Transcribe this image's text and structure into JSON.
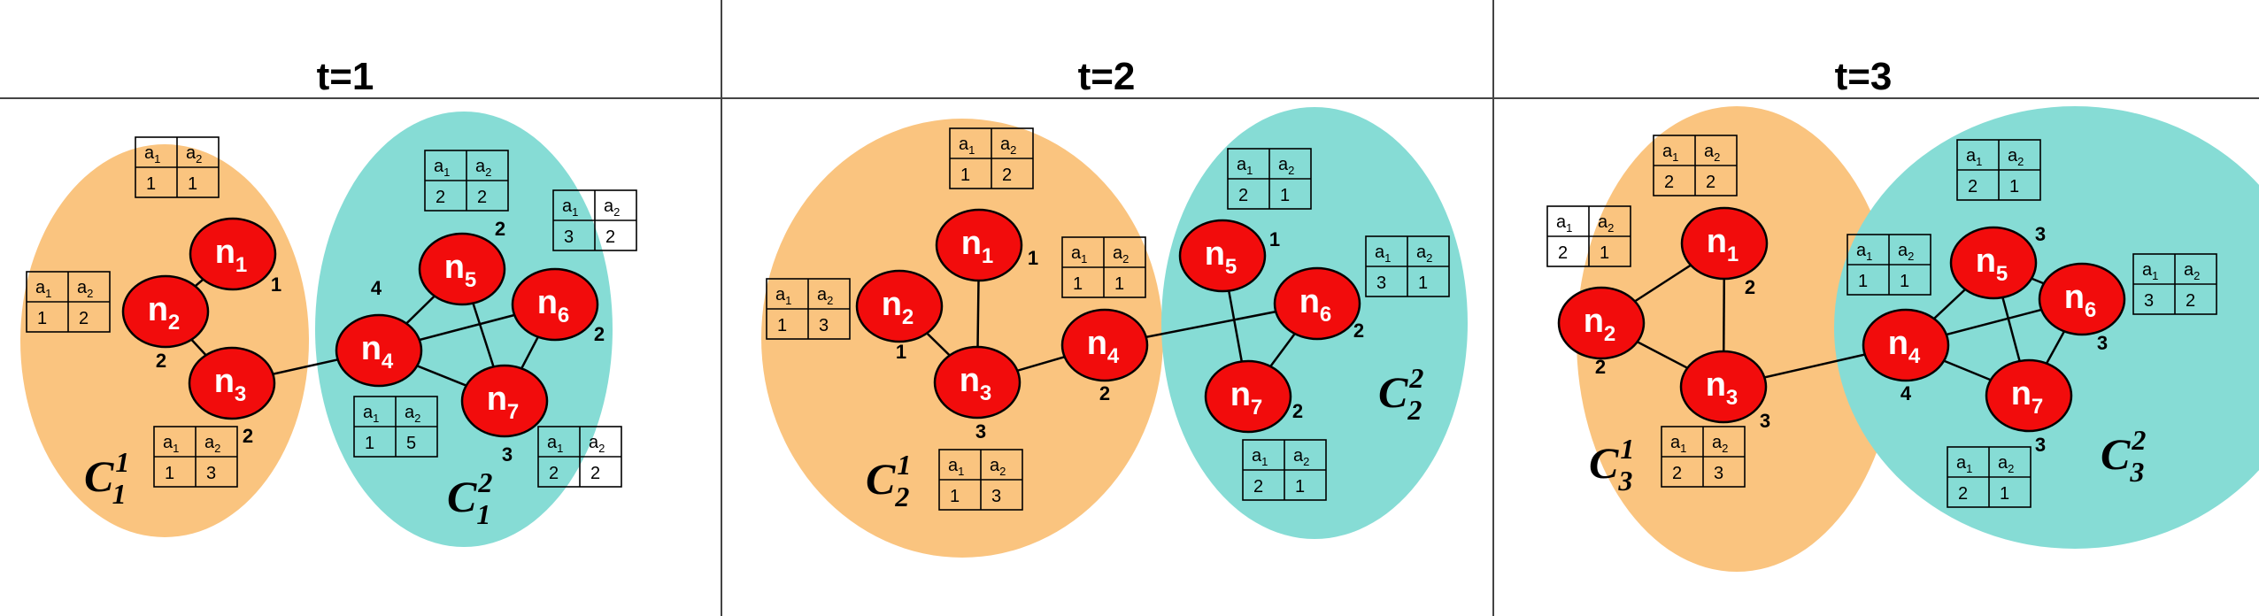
{
  "colors": {
    "cluster_1": "#FAC47F",
    "cluster_2": "#86DCD5",
    "node": "#F20C0C",
    "node_stroke": "#000000",
    "divider": "#444444"
  },
  "attr_headers": {
    "a1": {
      "base": "a",
      "sub": "1"
    },
    "a2": {
      "base": "a",
      "sub": "2"
    }
  },
  "panels": [
    {
      "title": "t=1",
      "clusters": [
        {
          "base": "C",
          "sup": "1",
          "sub": "1"
        },
        {
          "base": "C",
          "sup": "2",
          "sub": "1"
        }
      ],
      "nodes": [
        {
          "id": "n1",
          "base": "n",
          "sub": "1",
          "degree": "1",
          "a1": "1",
          "a2": "1"
        },
        {
          "id": "n2",
          "base": "n",
          "sub": "2",
          "degree": "2",
          "a1": "1",
          "a2": "2"
        },
        {
          "id": "n3",
          "base": "n",
          "sub": "3",
          "degree": "2",
          "a1": "1",
          "a2": "3"
        },
        {
          "id": "n4",
          "base": "n",
          "sub": "4",
          "degree": "4",
          "a1": "1",
          "a2": "5"
        },
        {
          "id": "n5",
          "base": "n",
          "sub": "5",
          "degree": "2",
          "a1": "2",
          "a2": "2"
        },
        {
          "id": "n6",
          "base": "n",
          "sub": "6",
          "degree": "2",
          "a1": "3",
          "a2": "2"
        },
        {
          "id": "n7",
          "base": "n",
          "sub": "7",
          "degree": "3",
          "a1": "2",
          "a2": "2"
        }
      ],
      "edges": [
        [
          "n1",
          "n2"
        ],
        [
          "n2",
          "n3"
        ],
        [
          "n3",
          "n4"
        ],
        [
          "n4",
          "n5"
        ],
        [
          "n4",
          "n6"
        ],
        [
          "n4",
          "n7"
        ],
        [
          "n5",
          "n7"
        ],
        [
          "n6",
          "n7"
        ]
      ]
    },
    {
      "title": "t=2",
      "clusters": [
        {
          "base": "C",
          "sup": "1",
          "sub": "2"
        },
        {
          "base": "C",
          "sup": "2",
          "sub": "2"
        }
      ],
      "nodes": [
        {
          "id": "n1",
          "base": "n",
          "sub": "1",
          "degree": "1",
          "a1": "1",
          "a2": "2"
        },
        {
          "id": "n2",
          "base": "n",
          "sub": "2",
          "degree": "1",
          "a1": "1",
          "a2": "3"
        },
        {
          "id": "n3",
          "base": "n",
          "sub": "3",
          "degree": "3",
          "a1": "1",
          "a2": "3"
        },
        {
          "id": "n4",
          "base": "n",
          "sub": "4",
          "degree": "2",
          "a1": "1",
          "a2": "1"
        },
        {
          "id": "n5",
          "base": "n",
          "sub": "5",
          "degree": "1",
          "a1": "2",
          "a2": "1"
        },
        {
          "id": "n6",
          "base": "n",
          "sub": "6",
          "degree": "2",
          "a1": "3",
          "a2": "1"
        },
        {
          "id": "n7",
          "base": "n",
          "sub": "7",
          "degree": "2",
          "a1": "2",
          "a2": "1"
        }
      ],
      "edges": [
        [
          "n1",
          "n3"
        ],
        [
          "n2",
          "n3"
        ],
        [
          "n3",
          "n4"
        ],
        [
          "n4",
          "n6"
        ],
        [
          "n5",
          "n7"
        ],
        [
          "n6",
          "n7"
        ]
      ]
    },
    {
      "title": "t=3",
      "clusters": [
        {
          "base": "C",
          "sup": "1",
          "sub": "3"
        },
        {
          "base": "C",
          "sup": "2",
          "sub": "3"
        }
      ],
      "nodes": [
        {
          "id": "n1",
          "base": "n",
          "sub": "1",
          "degree": "2",
          "a1": "2",
          "a2": "2"
        },
        {
          "id": "n2",
          "base": "n",
          "sub": "2",
          "degree": "2",
          "a1": "2",
          "a2": "1"
        },
        {
          "id": "n3",
          "base": "n",
          "sub": "3",
          "degree": "3",
          "a1": "2",
          "a2": "3"
        },
        {
          "id": "n4",
          "base": "n",
          "sub": "4",
          "degree": "4",
          "a1": "1",
          "a2": "1"
        },
        {
          "id": "n5",
          "base": "n",
          "sub": "5",
          "degree": "3",
          "a1": "2",
          "a2": "1"
        },
        {
          "id": "n6",
          "base": "n",
          "sub": "6",
          "degree": "3",
          "a1": "3",
          "a2": "2"
        },
        {
          "id": "n7",
          "base": "n",
          "sub": "7",
          "degree": "3",
          "a1": "2",
          "a2": "1"
        }
      ],
      "edges": [
        [
          "n1",
          "n2"
        ],
        [
          "n1",
          "n3"
        ],
        [
          "n2",
          "n3"
        ],
        [
          "n3",
          "n4"
        ],
        [
          "n4",
          "n5"
        ],
        [
          "n4",
          "n6"
        ],
        [
          "n4",
          "n7"
        ],
        [
          "n5",
          "n6"
        ],
        [
          "n5",
          "n7"
        ],
        [
          "n6",
          "n7"
        ]
      ]
    }
  ]
}
